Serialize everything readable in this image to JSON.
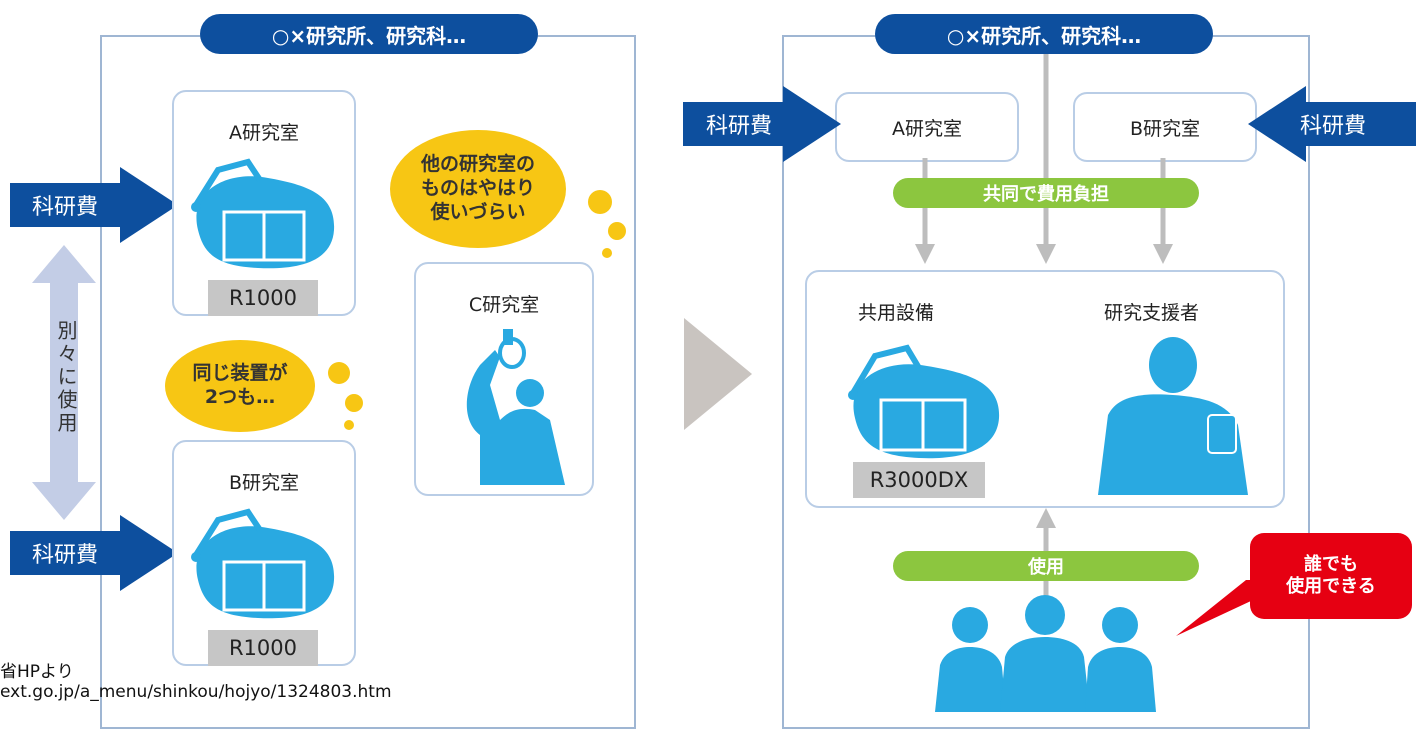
{
  "colors": {
    "navy": "#0d4f9e",
    "green": "#8cc63f",
    "cyan": "#29a9e1",
    "yellow": "#f7c614",
    "red": "#e60012",
    "gray_arrow": "#c9c4c0"
  },
  "left": {
    "header": "○×研究所、研究科…",
    "lab_a": {
      "title": "A研究室",
      "equipment": "R1000"
    },
    "lab_b": {
      "title": "B研究室",
      "equipment": "R1000"
    },
    "lab_c": {
      "title": "C研究室"
    },
    "funding_a": "科研費",
    "funding_b": "科研費",
    "separate_use": "別々に使用",
    "bubble_same_device": [
      "同じ装置が",
      "2つも…"
    ],
    "bubble_other_lab": [
      "他の研究室の",
      "ものはやはり",
      "使いづらい"
    ]
  },
  "right": {
    "header": "○×研究所、研究科…",
    "lab_a": "A研究室",
    "lab_b": "B研究室",
    "funding_left": "科研費",
    "funding_right": "科研費",
    "shared_cost": "共同で費用負担",
    "shared_equipment": "共用設備",
    "support_staff": "研究支援者",
    "equipment_model": "R3000DX",
    "use_label": "使用",
    "anyone": [
      "誰でも",
      "使用できる"
    ]
  },
  "source": [
    "省HPより",
    "ext.go.jp/a_menu/shinkou/hojyo/1324803.htm"
  ]
}
